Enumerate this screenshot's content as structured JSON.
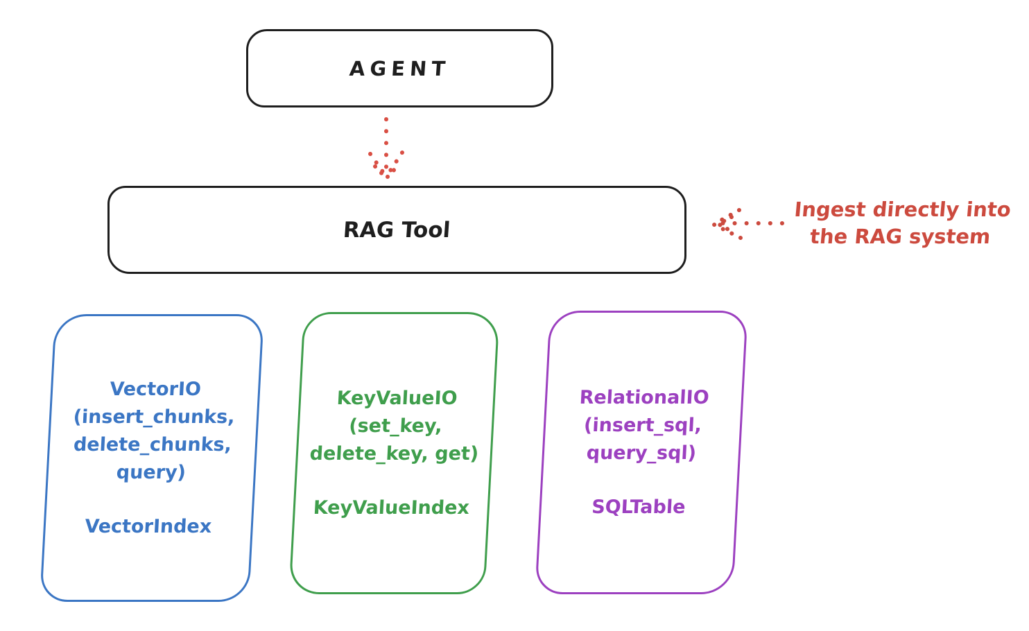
{
  "diagram": {
    "title_semantic": "RAG tool architecture diagram",
    "agent_box": {
      "label": "AGENT"
    },
    "rag_box": {
      "label": "RAG Tool"
    },
    "annotation": {
      "line1": "Ingest directly into",
      "line2": "the RAG system",
      "color": "#cc4a3e"
    },
    "arrows": [
      {
        "name": "agent-to-rag-arrow",
        "style": "dotted",
        "direction": "down",
        "color": "#d94f44"
      },
      {
        "name": "ingest-annotation-arrow",
        "style": "dotted",
        "direction": "left",
        "color": "#cc4a3e"
      }
    ],
    "io_boxes": [
      {
        "id": "vector",
        "color": "#3b76c4",
        "lines": [
          "VectorIO",
          "(insert_chunks,",
          "delete_chunks,",
          "query)"
        ],
        "index_label": "VectorIndex"
      },
      {
        "id": "keyvalue",
        "color": "#3f9e4c",
        "lines": [
          "KeyValueIO",
          "(set_key,",
          "delete_key, get)"
        ],
        "index_label": "KeyValueIndex"
      },
      {
        "id": "relational",
        "color": "#9c40c0",
        "lines": [
          "RelationalIO",
          "(insert_sql,",
          "query_sql)"
        ],
        "index_label": "SQLTable"
      }
    ],
    "colors": {
      "stroke": "#1e1e1e",
      "red": "#cc4a3e",
      "blue": "#3b76c4",
      "green": "#3f9e4c",
      "purple": "#9c40c0",
      "background": "#ffffff"
    }
  }
}
